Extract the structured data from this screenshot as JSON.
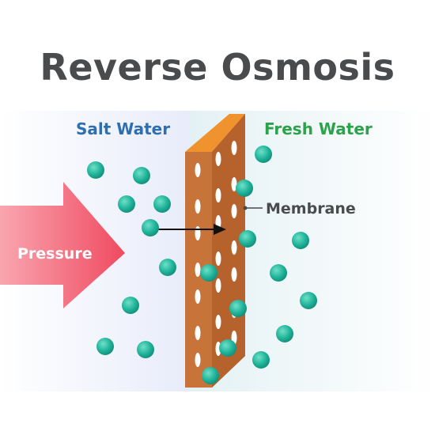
{
  "title": "Reverse Osmosis",
  "labels": {
    "salt_water": "Salt Water",
    "fresh_water": "Fresh Water",
    "membrane": "Membrane",
    "pressure": "Pressure"
  },
  "colors": {
    "title": "#4a4b4d",
    "salt_water_label": "#2d6fb1",
    "fresh_water_label": "#2ba34b",
    "membrane_face": "#c8733a",
    "membrane_edge": "#f0922e",
    "pore": "#ffffff",
    "molecule": "#1fb39a",
    "pressure_arrow": "#f0566a",
    "background_left": "#e8ecfa",
    "background_right": "#e6f2f5"
  },
  "icons": {
    "molecule": "circle",
    "pressure": "right-arrow",
    "flow": "arrow"
  }
}
